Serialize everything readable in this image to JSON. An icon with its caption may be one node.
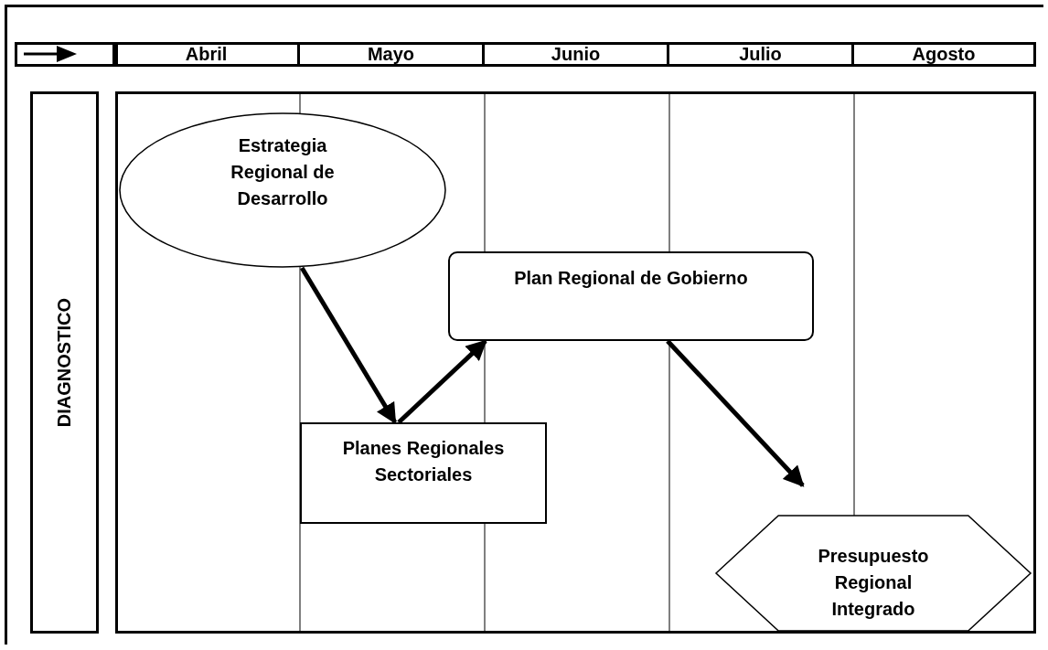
{
  "diagram": {
    "nodes": [
      {
        "text": [
          "DIAGNOSTICO"
        ]
      },
      {
        "text": [
          "Estrategia Regional de Desarrollo"
        ]
      },
      {
        "text": [
          "Plan Regional de Gobierno"
        ]
      },
      {
        "text": [
          "Planes Regionales Sectoriales"
        ]
      },
      {
        "text": [
          "Presupuesto Regional Integrado"
        ]
      }
    ],
    "edges": [
      {
        "from": 1,
        "to": 3,
        "arrow": "to"
      },
      {
        "from": 3,
        "to": 2,
        "arrow": "to"
      },
      {
        "from": 2,
        "to": 4,
        "arrow": "to"
      }
    ],
    "labels": [
      "Abril",
      "Mayo",
      "Junio",
      "Julio",
      "Agosto"
    ]
  }
}
